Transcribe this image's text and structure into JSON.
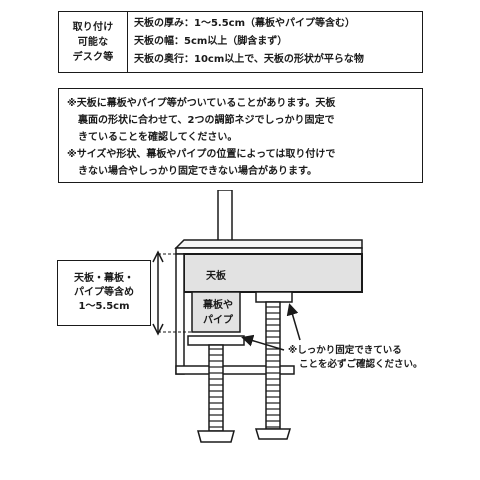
{
  "spec": {
    "label_lines": [
      "取り付け",
      "可能な",
      "デスク等"
    ],
    "values": [
      "天板の厚み：1～5.5cm（幕板やパイプ等含む）",
      "天板の幅：5cm以上（脚含まず）",
      "天板の奥行：10cm以上で、天板の形状が平らな物"
    ]
  },
  "notes": {
    "lines": [
      "※天板に幕板やパイプ等がついていることがあります。天板",
      "裏面の形状に合わせて、2つの調節ネジでしっかり固定で",
      "きていることを確認してください。",
      "※サイズや形状、幕板やパイプの位置によっては取り付けで",
      "きない場合やしっかり固定できない場合があります。"
    ]
  },
  "diagram": {
    "dimension_label_lines": [
      "天板・幕板・",
      "パイプ等含め",
      "1～5.5cm"
    ],
    "tabletop_label": "天板",
    "panel_label_lines": [
      "幕板や",
      "パイプ"
    ],
    "callout_lines": [
      "※しっかり固定できている",
      "ことを必ずご確認ください。"
    ]
  },
  "colors": {
    "tabletop_fill": "#e2e2e2",
    "panel_fill": "#e2e2e2",
    "line": "#1a1a1a"
  }
}
